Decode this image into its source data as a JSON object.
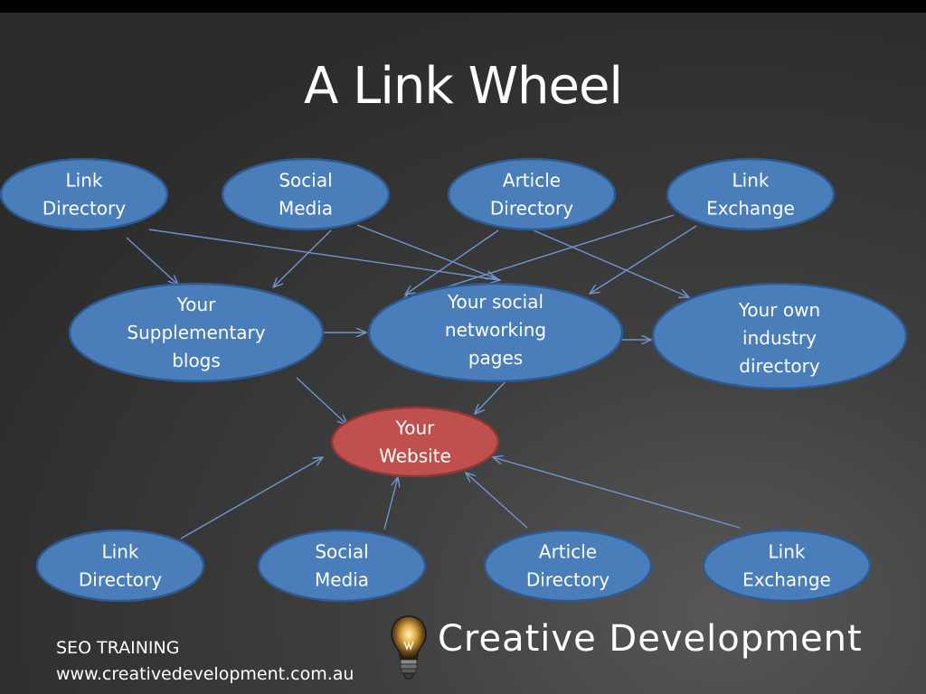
{
  "slide": {
    "title": "A Link Wheel",
    "footer_line1": "SEO TRAINING",
    "footer_line2": "www.creativedevelopment.com.au",
    "brand_name": "Creative Development",
    "brand_icon": "lightbulb-icon"
  },
  "colors": {
    "background": "#3b3b3b",
    "node_fill": "#4a7ebb",
    "node_stroke": "#2e5a92",
    "target_fill": "#c0504d",
    "target_stroke": "#8c3836",
    "edge": "#6f95d0",
    "text": "#ffffff"
  },
  "nodes": [
    {
      "id": "top-link-directory",
      "lines": [
        "Link",
        "Directory"
      ],
      "kind": "source"
    },
    {
      "id": "top-social-media",
      "lines": [
        "Social",
        "Media"
      ],
      "kind": "source"
    },
    {
      "id": "top-article-directory",
      "lines": [
        "Article",
        "Directory"
      ],
      "kind": "source"
    },
    {
      "id": "top-link-exchange",
      "lines": [
        "Link",
        "Exchange"
      ],
      "kind": "source"
    },
    {
      "id": "supplementary-blogs",
      "lines": [
        "Your",
        "Supplementary",
        "blogs"
      ],
      "kind": "intermediate"
    },
    {
      "id": "social-networking-pages",
      "lines": [
        "Your social",
        "networking",
        "pages"
      ],
      "kind": "intermediate"
    },
    {
      "id": "industry-directory",
      "lines": [
        "Your own",
        "industry",
        "directory"
      ],
      "kind": "intermediate"
    },
    {
      "id": "your-website",
      "lines": [
        "Your",
        "Website"
      ],
      "kind": "target"
    },
    {
      "id": "bottom-link-directory",
      "lines": [
        "Link",
        "Directory"
      ],
      "kind": "source"
    },
    {
      "id": "bottom-social-media",
      "lines": [
        "Social",
        "Media"
      ],
      "kind": "source"
    },
    {
      "id": "bottom-article-directory",
      "lines": [
        "Article",
        "Directory"
      ],
      "kind": "source"
    },
    {
      "id": "bottom-link-exchange",
      "lines": [
        "Link",
        "Exchange"
      ],
      "kind": "source"
    }
  ],
  "edges": [
    {
      "from": "top-link-directory",
      "to": "supplementary-blogs"
    },
    {
      "from": "top-link-directory",
      "to": "social-networking-pages"
    },
    {
      "from": "top-social-media",
      "to": "supplementary-blogs"
    },
    {
      "from": "top-social-media",
      "to": "social-networking-pages"
    },
    {
      "from": "top-article-directory",
      "to": "social-networking-pages"
    },
    {
      "from": "top-article-directory",
      "to": "industry-directory"
    },
    {
      "from": "top-link-exchange",
      "to": "social-networking-pages"
    },
    {
      "from": "top-link-exchange",
      "to": "industry-directory"
    },
    {
      "from": "supplementary-blogs",
      "to": "social-networking-pages"
    },
    {
      "from": "social-networking-pages",
      "to": "industry-directory"
    },
    {
      "from": "supplementary-blogs",
      "to": "your-website"
    },
    {
      "from": "social-networking-pages",
      "to": "your-website"
    },
    {
      "from": "bottom-link-directory",
      "to": "your-website"
    },
    {
      "from": "bottom-social-media",
      "to": "your-website"
    },
    {
      "from": "bottom-article-directory",
      "to": "your-website"
    },
    {
      "from": "bottom-link-exchange",
      "to": "your-website"
    }
  ]
}
